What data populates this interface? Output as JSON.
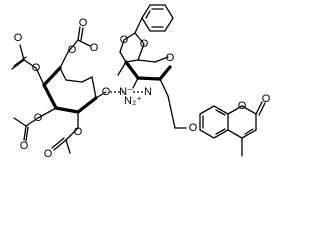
{
  "labels": {
    "oxygen": "O",
    "azide": "N₂⁺",
    "azide_end": "N",
    "azide_start": "N⁻"
  }
}
